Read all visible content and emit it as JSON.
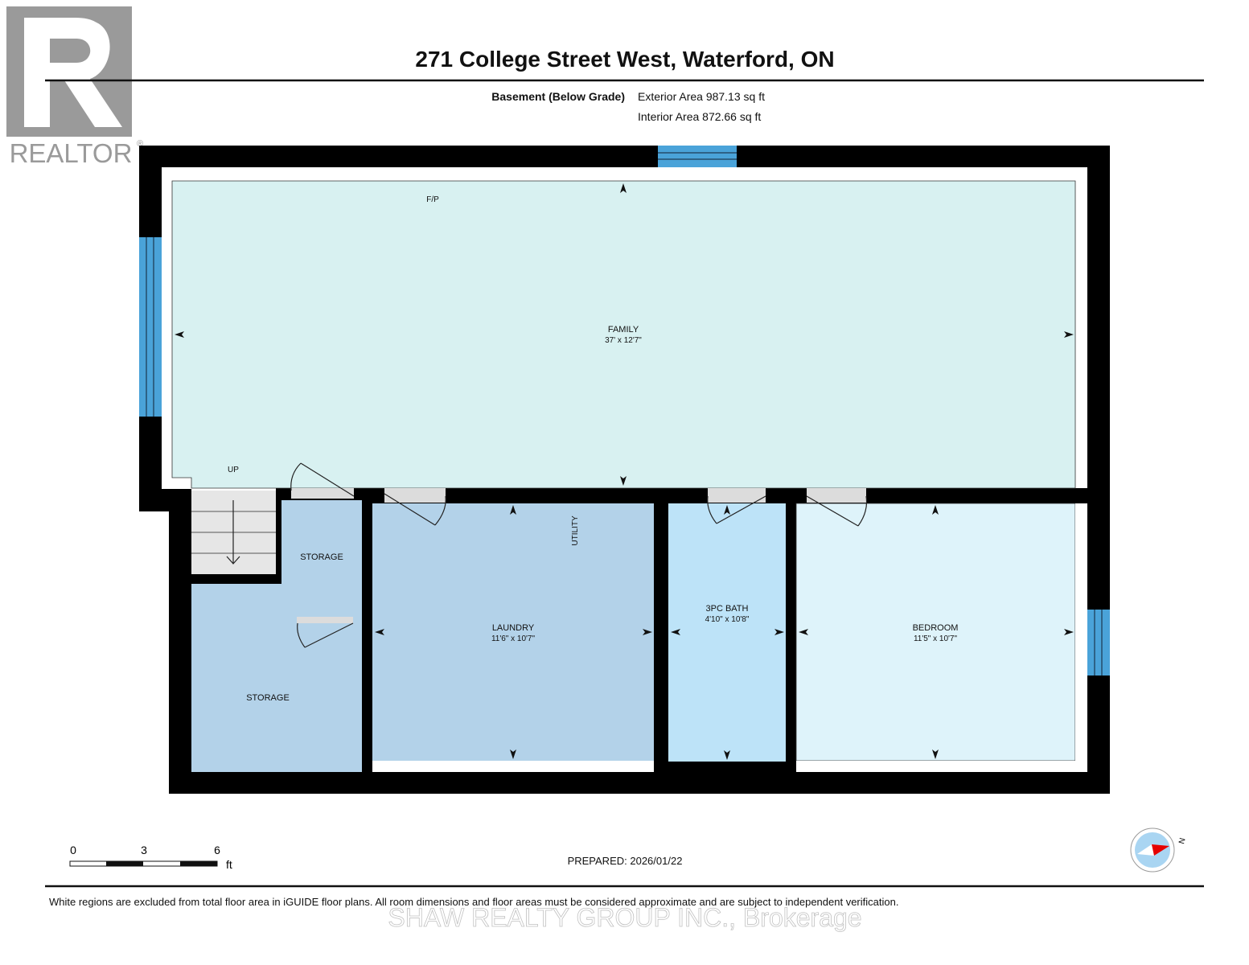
{
  "header": {
    "title": "271 College Street West, Waterford, ON",
    "level": "Basement (Below Grade)",
    "exterior_area": "Exterior Area 987.13 sq ft",
    "interior_area": "Interior Area 872.66 sq ft"
  },
  "logo": {
    "text": "REALTOR",
    "registered": "®"
  },
  "rooms": {
    "family": {
      "name": "FAMILY",
      "dims": "37' x 12'7\"",
      "fp": "F/P",
      "color": "#d8f1f1"
    },
    "laundry": {
      "name": "LAUNDRY",
      "dims": "11'6\" x 10'7\"",
      "color": "#b3d2e9"
    },
    "utility": {
      "name": "UTILITY"
    },
    "bath": {
      "name": "3PC BATH",
      "dims": "4'10\" x 10'8\"",
      "color": "#bde3f8"
    },
    "bedroom": {
      "name": "BEDROOM",
      "dims": "11'5\" x 10'7\"",
      "color": "#def3fa"
    },
    "storage_small": {
      "name": "STORAGE",
      "color": "#b3d2e9"
    },
    "storage_large": {
      "name": "STORAGE",
      "color": "#b3d2e9"
    },
    "stairs": {
      "label": "UP"
    }
  },
  "colors": {
    "wall": "#000000",
    "window": "#4aa3d9",
    "door_gap": "#dcdcdc",
    "compass_needle": "#e60000"
  },
  "scale": {
    "ticks": [
      "0",
      "3",
      "6"
    ],
    "unit": "ft"
  },
  "prepared": "PREPARED: 2026/01/22",
  "compass": {
    "label": "N"
  },
  "footer": {
    "disclaimer": "White regions are excluded from total floor area in iGUIDE floor plans. All room dimensions and floor areas must be considered approximate and are subject to independent verification.",
    "brokerage": "SHAW REALTY GROUP INC., Brokerage"
  }
}
